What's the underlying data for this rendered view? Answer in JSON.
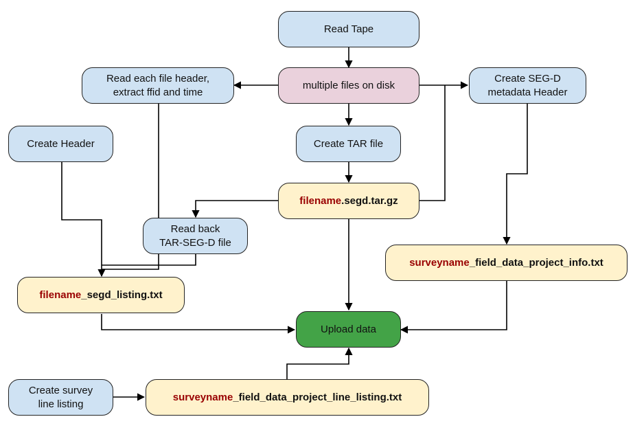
{
  "colors": {
    "process_fill": "#cfe2f3",
    "disk_fill": "#ead1dc",
    "file_fill": "#fff2cc",
    "upload_fill": "#43a347",
    "filename_accent": "#990000",
    "line": "#000000"
  },
  "nodes": {
    "read_tape": "Read Tape",
    "multiple_files": "multiple files on disk",
    "read_header": "Read each file header,\nextract ffid and time",
    "create_segd_meta": "Create SEG-D\nmetadata Header",
    "create_header": "Create Header",
    "create_tar": "Create TAR file",
    "tar_file": {
      "var": "filename",
      "suffix": ".segd.tar.gz"
    },
    "read_back": "Read back\nTAR-SEG-D file",
    "project_info": {
      "var": "surveyname",
      "suffix": "_field_data_project_info.txt"
    },
    "segd_listing": {
      "var": "filename",
      "suffix": "_segd_listing.txt"
    },
    "upload": "Upload data",
    "create_survey": "Create survey\nline listing",
    "line_listing": {
      "var": "surveyname",
      "suffix": "_field_data_project_line_listing.txt"
    }
  }
}
